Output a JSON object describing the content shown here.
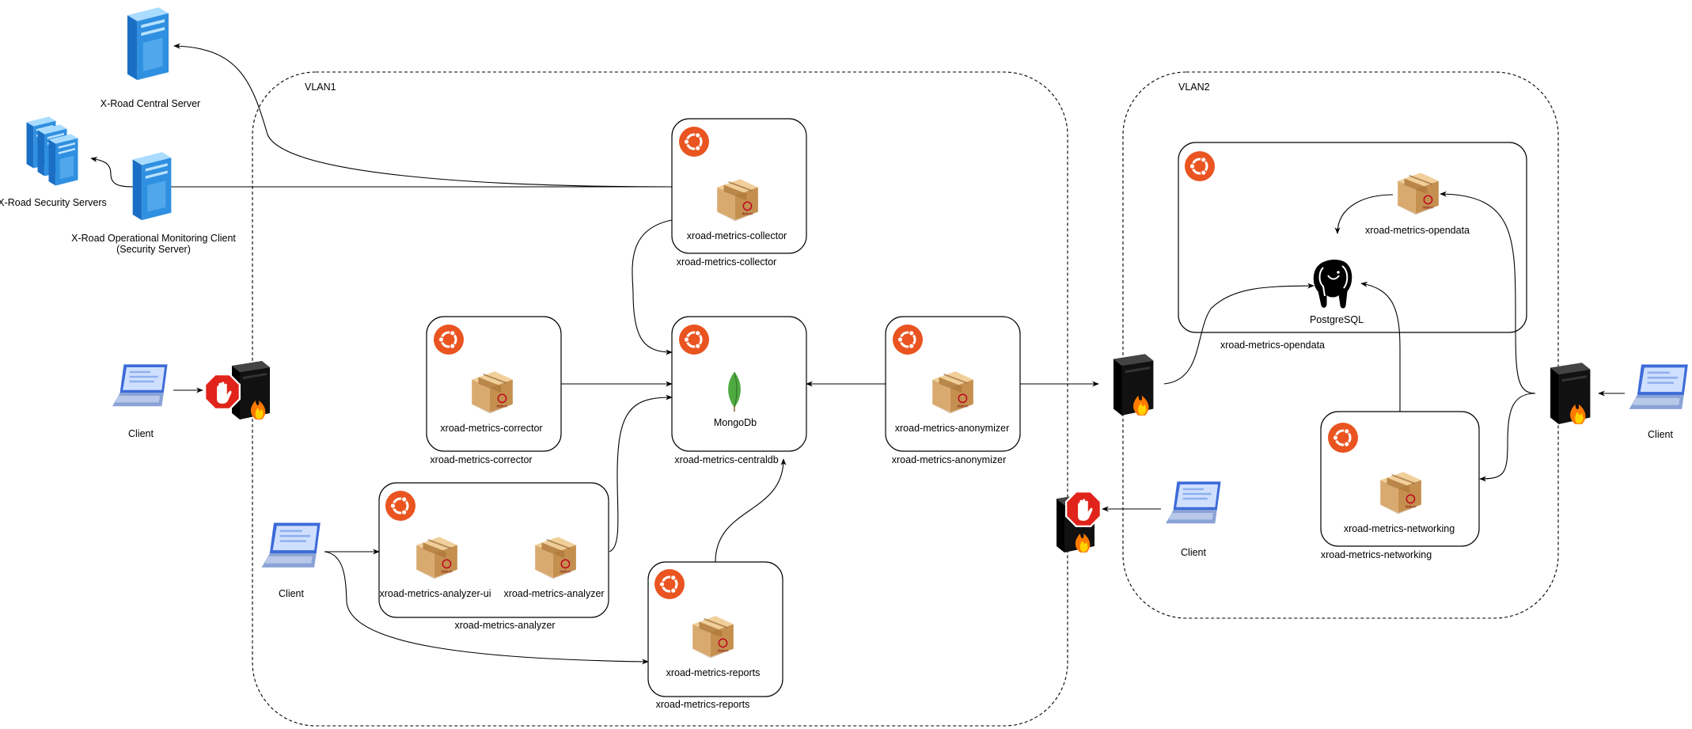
{
  "vlans": [
    {
      "id": "vlan1",
      "label": "VLAN1"
    },
    {
      "id": "vlan2",
      "label": "VLAN2"
    }
  ],
  "external": {
    "central_server": "X-Road Central Server",
    "security_servers": "X-Road Security Servers",
    "opmon_client_line1": "X-Road Operational Monitoring Client",
    "opmon_client_line2": "(Security Server)"
  },
  "nodes": {
    "collector": {
      "inner": "xroad-metrics-collector",
      "outer": "xroad-metrics-collector"
    },
    "corrector": {
      "inner": "xroad-metrics-corrector",
      "outer": "xroad-metrics-corrector"
    },
    "centraldb": {
      "inner": "MongoDb",
      "outer": "xroad-metrics-centraldb"
    },
    "anonymizer": {
      "inner": "xroad-metrics-anonymizer",
      "outer": "xroad-metrics-anonymizer"
    },
    "analyzer": {
      "inner_ui": "xroad-metrics-analyzer-ui",
      "inner": "xroad-metrics-analyzer",
      "outer": "xroad-metrics-analyzer"
    },
    "reports": {
      "inner": "xroad-metrics-reports",
      "outer": "xroad-metrics-reports"
    },
    "opendata": {
      "inner": "xroad-metrics-opendata",
      "db": "PostgreSQL",
      "outer": "xroad-metrics-opendata"
    },
    "networking": {
      "inner": "xroad-metrics-networking",
      "outer": "xroad-metrics-networking"
    }
  },
  "clients": {
    "left": "Client",
    "analyzer": "Client",
    "vlan2_bottom": "Client",
    "right": "Client"
  },
  "colors": {
    "ubuntu_orange": "#e95420",
    "server_blue": "#2f8fe0",
    "package_tan": "#d9aa6f",
    "mongo_green": "#4faa41",
    "firewall_dark": "#111111",
    "block_red": "#e0241b"
  }
}
